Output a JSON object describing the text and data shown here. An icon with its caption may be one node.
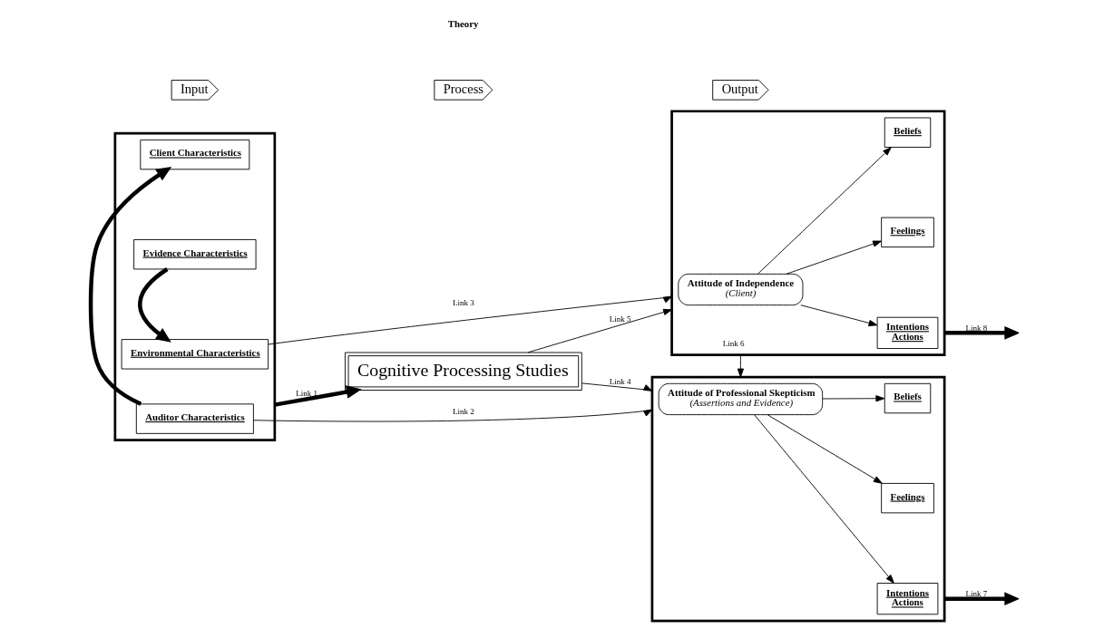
{
  "diagram": {
    "nodes": [
      {
        "text": [
          "Input"
        ]
      },
      {
        "text": [
          "Process"
        ]
      },
      {
        "text": [
          "Output"
        ]
      },
      {
        "text": [],
        "shape": "box"
      },
      {
        "text": [
          "Auditor Characteristics"
        ],
        "in": 3
      },
      {
        "text": [
          "Client Characteristics"
        ],
        "in": 3
      },
      {
        "text": [
          "Evidence Characteristics"
        ],
        "in": 3
      },
      {
        "text": [
          "Environmental Characteristics"
        ],
        "in": 3
      },
      {
        "text": [
          "Cognitive Processing Studies"
        ]
      },
      {
        "text": [],
        "shape": "box"
      },
      {
        "text": [
          "Attitude of Professional Skepticism",
          "(Assertions and Evidence)"
        ],
        "in": 9
      },
      {
        "text": [
          "Beliefs"
        ],
        "in": 9
      },
      {
        "text": [
          "Feelings"
        ],
        "in": 9
      },
      {
        "text": [
          "Intentions",
          "Actions"
        ],
        "in": 9
      },
      {
        "text": [],
        "shape": "box"
      },
      {
        "text": [
          "Attitude of Independence",
          "(Client)"
        ],
        "in": 14
      },
      {
        "text": [
          "Beliefs"
        ],
        "in": 14
      },
      {
        "text": [
          "Feelings"
        ],
        "in": 14
      },
      {
        "text": [
          "Intentions",
          "Actions"
        ],
        "in": 14
      }
    ],
    "edges": [
      {
        "from": 4,
        "to": 9,
        "arrow": "to",
        "label": "Link 2"
      },
      {
        "from": 3,
        "to": 8,
        "arrow": "to",
        "label": "Link 1",
        "style": "thick"
      },
      {
        "from": 8,
        "to": 9,
        "arrow": "to",
        "label": "Link 4"
      },
      {
        "from": 8,
        "to": 14,
        "arrow": "to",
        "label": "Link 5"
      },
      {
        "from": 7,
        "to": 14,
        "arrow": "to",
        "label": "Link 3"
      },
      {
        "from": 14,
        "to": 9,
        "arrow": "to",
        "label": "Link 6"
      },
      {
        "from": 9,
        "to": null,
        "arrow": "to",
        "label": "Link 7",
        "style": "thick"
      },
      {
        "from": 14,
        "to": null,
        "arrow": "to",
        "label": "Link 8",
        "style": "thick"
      },
      {
        "from": 4,
        "to": 5,
        "arrow": "to",
        "style": "thick"
      },
      {
        "from": 6,
        "to": 7,
        "arrow": "to",
        "style": "thick"
      },
      {
        "from": 10,
        "to": 11,
        "arrow": "to"
      },
      {
        "from": 10,
        "to": 12,
        "arrow": "to"
      },
      {
        "from": 10,
        "to": 13,
        "arrow": "to"
      },
      {
        "from": 15,
        "to": 16,
        "arrow": "to"
      },
      {
        "from": 15,
        "to": 17,
        "arrow": "to"
      },
      {
        "from": 15,
        "to": 18,
        "arrow": "to"
      }
    ],
    "labels": [
      "Theory"
    ]
  }
}
